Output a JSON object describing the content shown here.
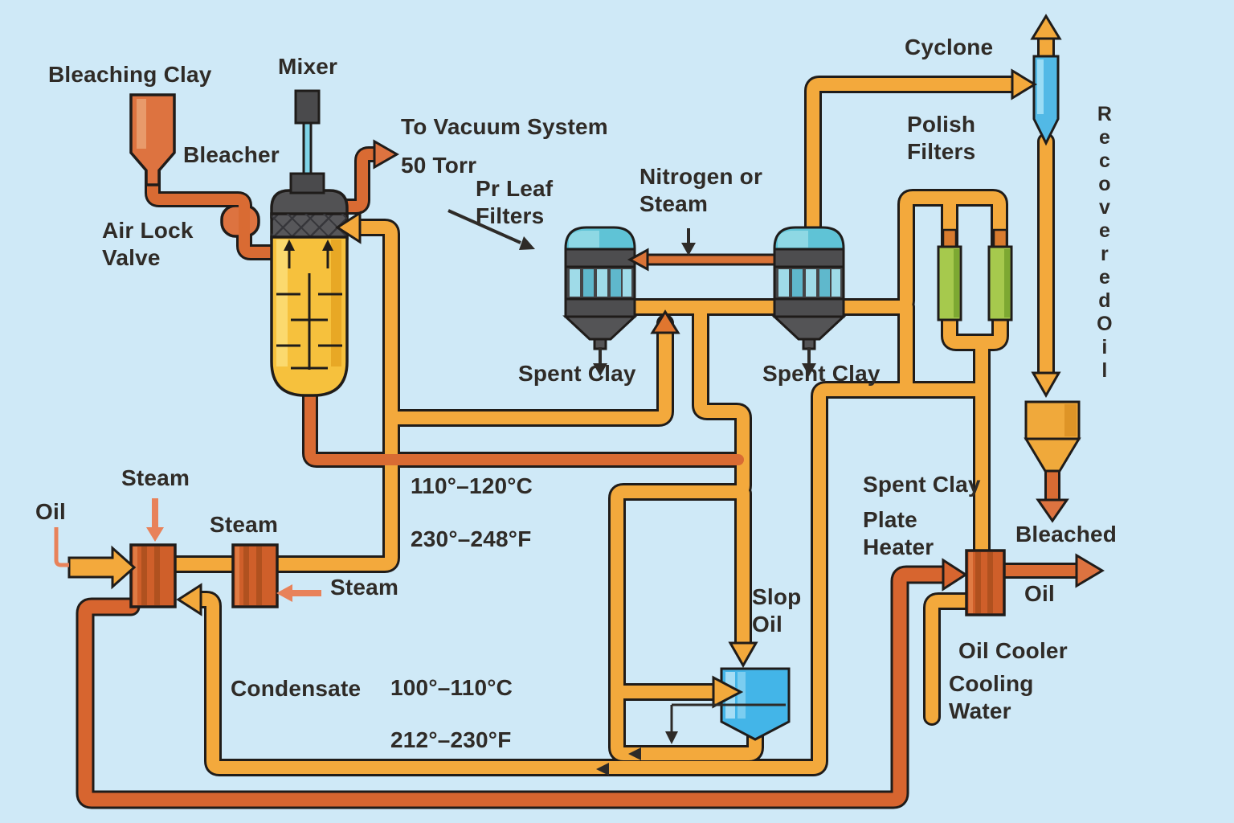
{
  "labels": {
    "bleaching_clay": "Bleaching Clay",
    "mixer": "Mixer",
    "bleacher": "Bleacher",
    "air_lock_valve": "Air Lock\nValve",
    "to_vacuum": "To Vacuum System",
    "torr": "50 Torr",
    "pr_leaf_filters": "Pr Leaf\nFilters",
    "nitrogen_or_steam": "Nitrogen or\nSteam",
    "spent_clay_1": "Spent Clay",
    "spent_clay_2": "Spent Clay",
    "spent_clay_3": "Spent Clay",
    "cyclone": "Cyclone",
    "polish_filters": "Polish\nFilters",
    "recovered_oil_vertical": "R\ne\nc\no\nv\ne\nr\ne\nd\nO\ni\nl",
    "steam_1": "Steam",
    "steam_2": "Steam",
    "steam_3": "Steam",
    "oil_in": "Oil",
    "temp_bleacher_c": "110°–120°C",
    "temp_bleacher_f": "230°–248°F",
    "condensate": "Condensate",
    "temp_condensate_c": "100°–110°C",
    "temp_condensate_f": "212°–230°F",
    "slop_oil": "Slop\nOil",
    "plate_heater": "Plate\nHeater",
    "bleached": "Bleached",
    "bleached_oil_word": "Oil",
    "oil_cooler": "Oil Cooler",
    "cooling_water": "Cooling\nWater"
  },
  "colors": {
    "background": "#cfe9f7",
    "pipe_yellow": "#f3a93c",
    "pipe_orange": "#d96b33",
    "pipe_orange_dark": "#d7652f",
    "steam_arrow_orange": "#e8825a",
    "vessel_dark_gray": "#525254",
    "bleacher_yellow": "#f6c13d",
    "filter_teal": "#5fc3d6",
    "slat_blue": "#9fdbe8",
    "polish_green": "#a6c94d",
    "cyclone_blue": "#52b9e6",
    "slop_tank_blue": "#43b5e8",
    "recovered_hopper": "#f0a93b",
    "heater_orange": "#cf5f2a",
    "clay_hopper_orange": "#dd7340",
    "outline_black": "#1f1c1a",
    "text": "#2f2b27"
  }
}
